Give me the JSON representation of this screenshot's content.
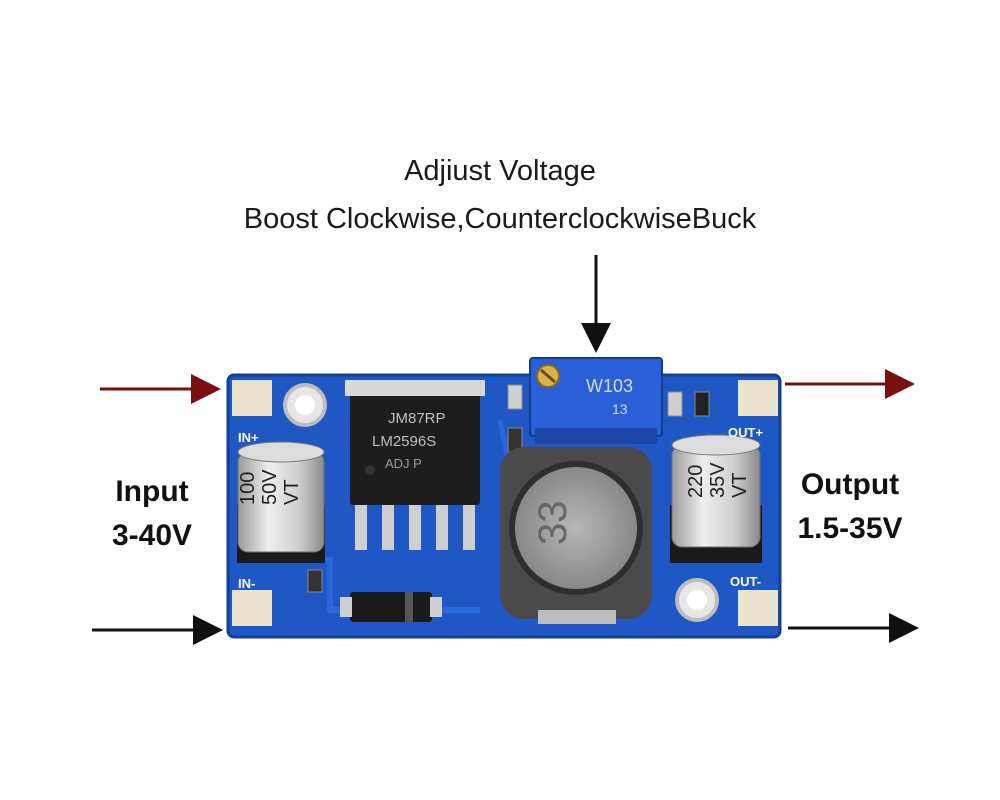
{
  "caption": {
    "line1": "Adjiust Voltage",
    "line2": "Boost Clockwise,CounterclockwiseBuck"
  },
  "input": {
    "label": "Input",
    "range": "3-40V"
  },
  "output": {
    "label": "Output",
    "range": "1.5-35V"
  },
  "board": {
    "pin_in_plus": "IN+",
    "pin_in_minus": "IN-",
    "pin_out_plus": "OUT+",
    "pin_out_minus": "OUT-",
    "ic_line1": "JM87RP",
    "ic_line2": "LM2596S",
    "ic_line3": "ADJ P",
    "cap_in_line1": "100",
    "cap_in_line2": "50V",
    "cap_in_line3": "VT",
    "cap_out_line1": "220",
    "cap_out_line2": "35V",
    "cap_out_line3": "VT",
    "trimpot_code": "W103",
    "trimpot_sub": "13",
    "inductor_marking": "33"
  },
  "colors": {
    "pcb": "#1f57c4",
    "input_arrow": "#7a0f12",
    "output_arrow": "#7a0f12",
    "ground_arrow": "#111111"
  }
}
